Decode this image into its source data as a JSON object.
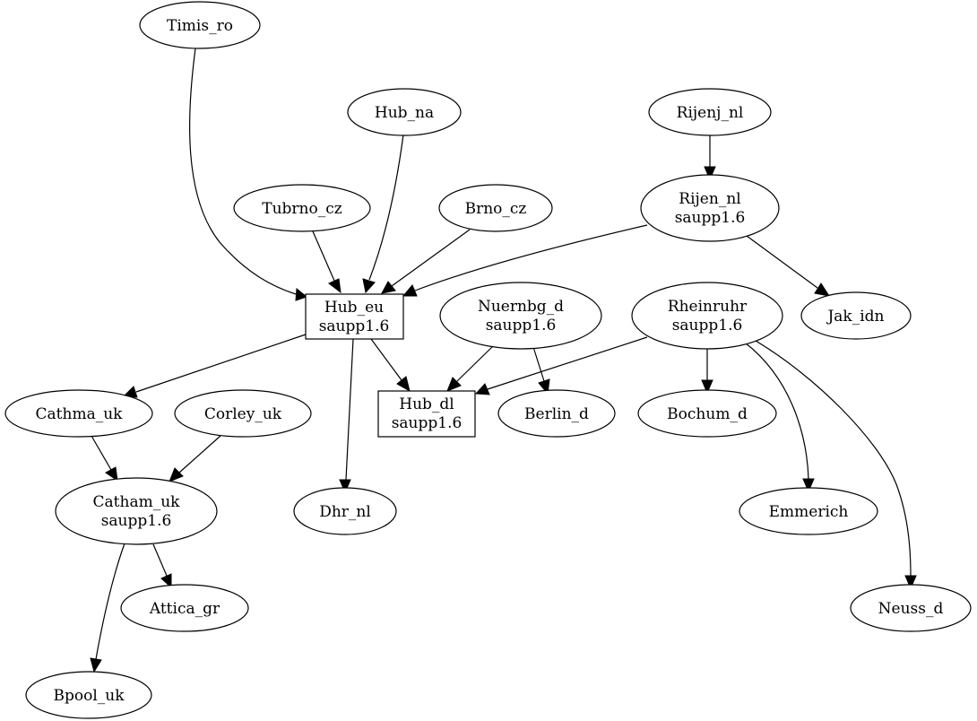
{
  "graph": {
    "nodes": {
      "timis_ro": {
        "label": "Timis_ro"
      },
      "hub_na": {
        "label": "Hub_na"
      },
      "rijenj_nl": {
        "label": "Rijenj_nl"
      },
      "tubrno_cz": {
        "label": "Tubrno_cz"
      },
      "brno_cz": {
        "label": "Brno_cz"
      },
      "rijen_nl": {
        "label": "Rijen_nl",
        "sublabel": "saupp1.6"
      },
      "hub_eu": {
        "label": "Hub_eu",
        "sublabel": "saupp1.6"
      },
      "nuernbg_d": {
        "label": "Nuernbg_d",
        "sublabel": "saupp1.6"
      },
      "rheinruhr": {
        "label": "Rheinruhr",
        "sublabel": "saupp1.6"
      },
      "jak_idn": {
        "label": "Jak_idn"
      },
      "cathma_uk": {
        "label": "Cathma_uk"
      },
      "corley_uk": {
        "label": "Corley_uk"
      },
      "hub_dl": {
        "label": "Hub_dl",
        "sublabel": "saupp1.6"
      },
      "berlin_d": {
        "label": "Berlin_d"
      },
      "bochum_d": {
        "label": "Bochum_d"
      },
      "catham_uk": {
        "label": "Catham_uk",
        "sublabel": "saupp1.6"
      },
      "dhr_nl": {
        "label": "Dhr_nl"
      },
      "emmerich": {
        "label": "Emmerich"
      },
      "attica_gr": {
        "label": "Attica_gr"
      },
      "neuss_d": {
        "label": "Neuss_d"
      },
      "bpool_uk": {
        "label": "Bpool_uk"
      }
    },
    "edges": [
      {
        "from": "timis_ro",
        "to": "hub_eu"
      },
      {
        "from": "hub_na",
        "to": "hub_eu"
      },
      {
        "from": "tubrno_cz",
        "to": "hub_eu"
      },
      {
        "from": "brno_cz",
        "to": "hub_eu"
      },
      {
        "from": "rijenj_nl",
        "to": "rijen_nl"
      },
      {
        "from": "rijen_nl",
        "to": "hub_eu"
      },
      {
        "from": "rijen_nl",
        "to": "jak_idn"
      },
      {
        "from": "hub_eu",
        "to": "cathma_uk"
      },
      {
        "from": "hub_eu",
        "to": "hub_dl"
      },
      {
        "from": "hub_eu",
        "to": "dhr_nl"
      },
      {
        "from": "nuernbg_d",
        "to": "hub_dl"
      },
      {
        "from": "nuernbg_d",
        "to": "berlin_d"
      },
      {
        "from": "rheinruhr",
        "to": "hub_dl"
      },
      {
        "from": "rheinruhr",
        "to": "bochum_d"
      },
      {
        "from": "rheinruhr",
        "to": "emmerich"
      },
      {
        "from": "rheinruhr",
        "to": "neuss_d"
      },
      {
        "from": "cathma_uk",
        "to": "catham_uk"
      },
      {
        "from": "corley_uk",
        "to": "catham_uk"
      },
      {
        "from": "catham_uk",
        "to": "attica_gr"
      },
      {
        "from": "catham_uk",
        "to": "bpool_uk"
      }
    ]
  }
}
